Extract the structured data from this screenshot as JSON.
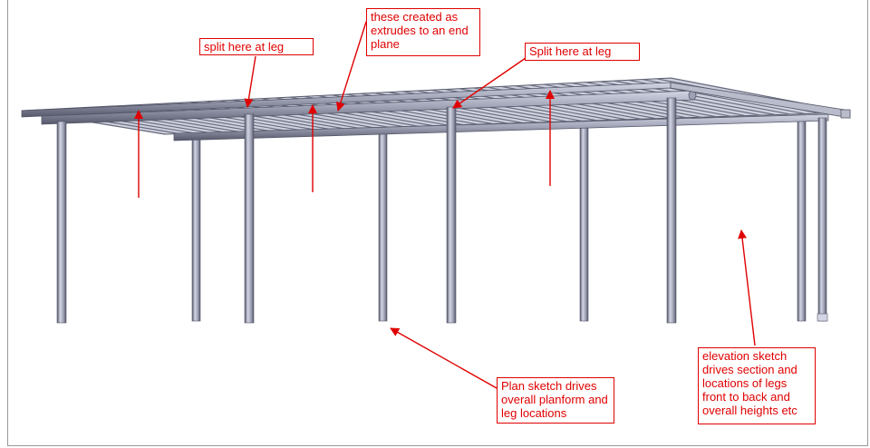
{
  "annotations": {
    "split_left": "split here at leg",
    "extrudes": "these created as extrudes to an end plane",
    "split_right": "Split here at leg",
    "plan_sketch": "Plan sketch drives overall planform and leg locations",
    "elevation_sketch": "elevation sketch drives section and locations  of legs front to back and overall heights etc"
  },
  "colors": {
    "annotation": "#e00000",
    "tube_light": "#d3d6e4",
    "tube_mid": "#9ea1b4",
    "tube_dark": "#55586a",
    "frame": "#9a9a9a"
  }
}
